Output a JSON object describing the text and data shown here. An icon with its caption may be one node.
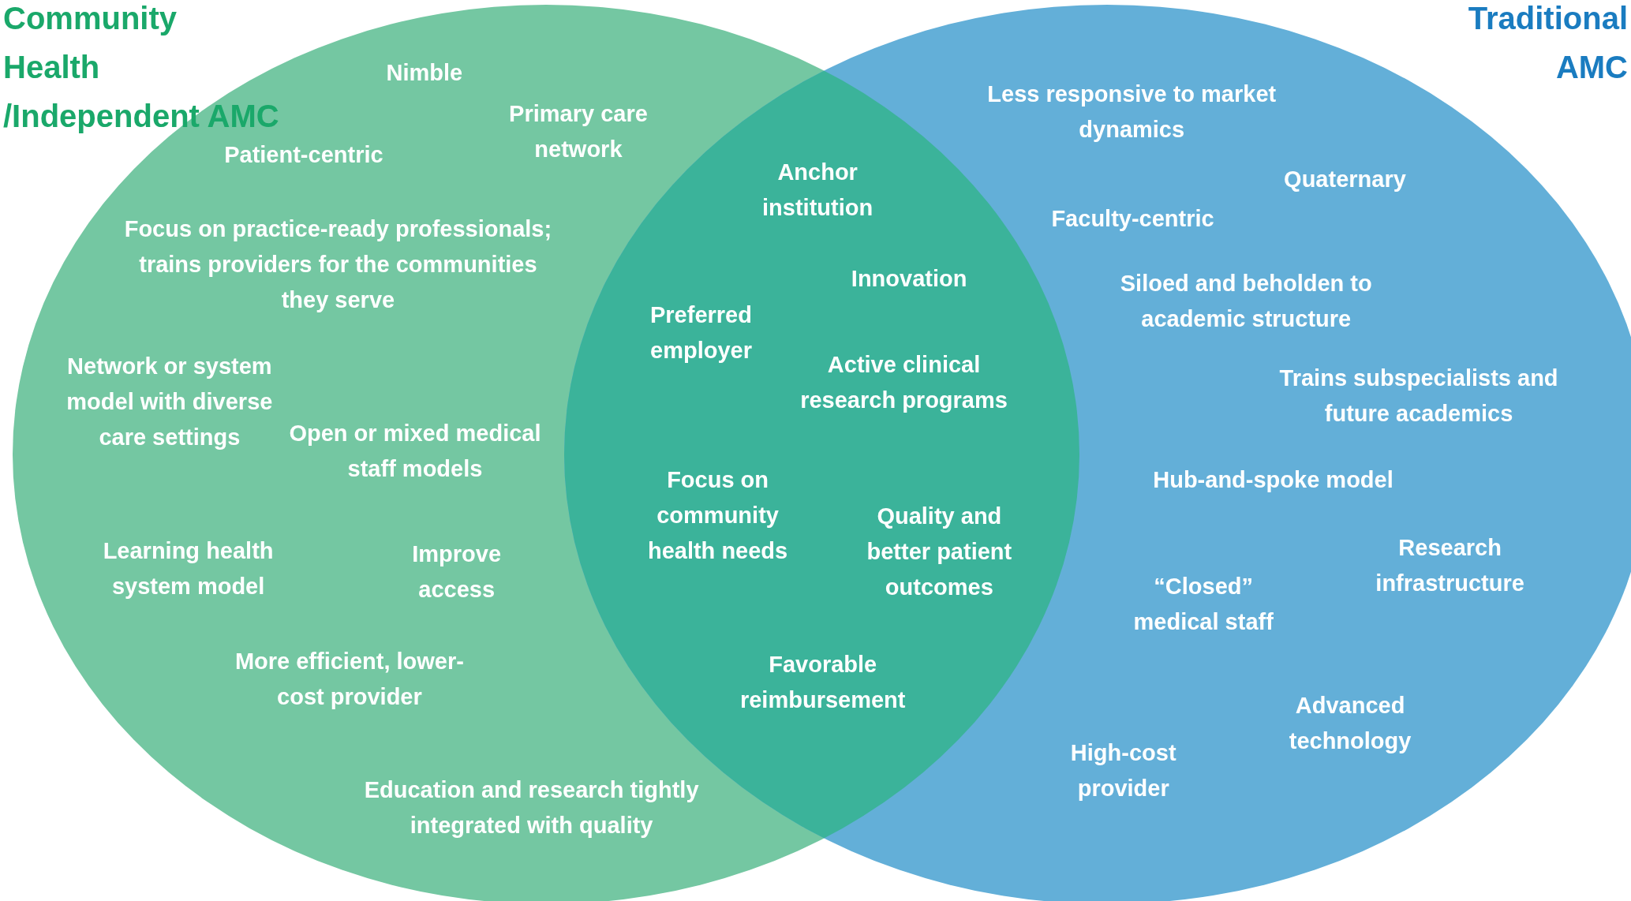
{
  "diagram": {
    "nodes": [
      {
        "text": [
          "Community Health /Independent AMC"
        ]
      },
      {
        "text": [
          "Traditional AMC"
        ]
      }
    ],
    "labels": [
      "Nimble",
      "Primary care network",
      "Patient-centric",
      "Focus on practice-ready professionals; trains providers for the communities they serve",
      "Network or system model with diverse care settings",
      "Open or mixed medical staff models",
      "Learning health system model",
      "Improve access",
      "More efficient, lower-cost provider",
      "Education and research tightly integrated with quality",
      "Anchor institution",
      "Innovation",
      "Preferred employer",
      "Active clinical research programs",
      "Focus on community health needs",
      "Quality and better patient outcomes",
      "Favorable reimbursement",
      "Less responsive to market dynamics",
      "Quaternary",
      "Faculty-centric",
      "Siloed and beholden to academic structure",
      "Trains subspecialists and future academics",
      "Hub-and-spoke model",
      "Research infrastructure",
      "“Closed” medical staff",
      "Advanced technology",
      "High-cost provider"
    ]
  }
}
